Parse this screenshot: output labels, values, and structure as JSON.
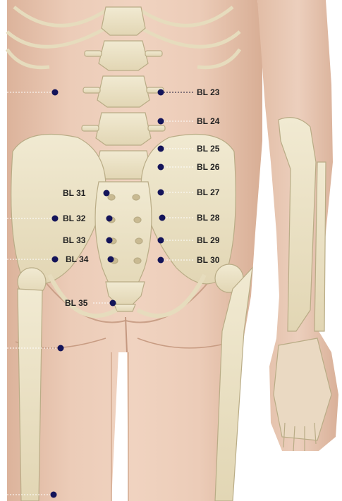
{
  "figure": {
    "points": [
      {
        "id": "BL 23",
        "label": "BL 23"
      },
      {
        "id": "BL 24",
        "label": "BL 24"
      },
      {
        "id": "BL 25",
        "label": "BL 25"
      },
      {
        "id": "BL 26",
        "label": "BL 26"
      },
      {
        "id": "BL 27",
        "label": "BL 27"
      },
      {
        "id": "BL 28",
        "label": "BL 28"
      },
      {
        "id": "BL 29",
        "label": "BL 29"
      },
      {
        "id": "BL 30",
        "label": "BL 30"
      },
      {
        "id": "BL 31",
        "label": "BL 31"
      },
      {
        "id": "BL 32",
        "label": "BL 32"
      },
      {
        "id": "BL 33",
        "label": "BL 33"
      },
      {
        "id": "BL 34",
        "label": "BL 34"
      },
      {
        "id": "BL 35",
        "label": "BL 35"
      }
    ],
    "colors": {
      "background": "#ffffff",
      "skin": "#e9c9b4",
      "skin_shadow": "#d6ab92",
      "bone": "#ece3c8",
      "bone_edge": "#b9ac86",
      "point": "#14145a",
      "label": "#222222"
    }
  }
}
